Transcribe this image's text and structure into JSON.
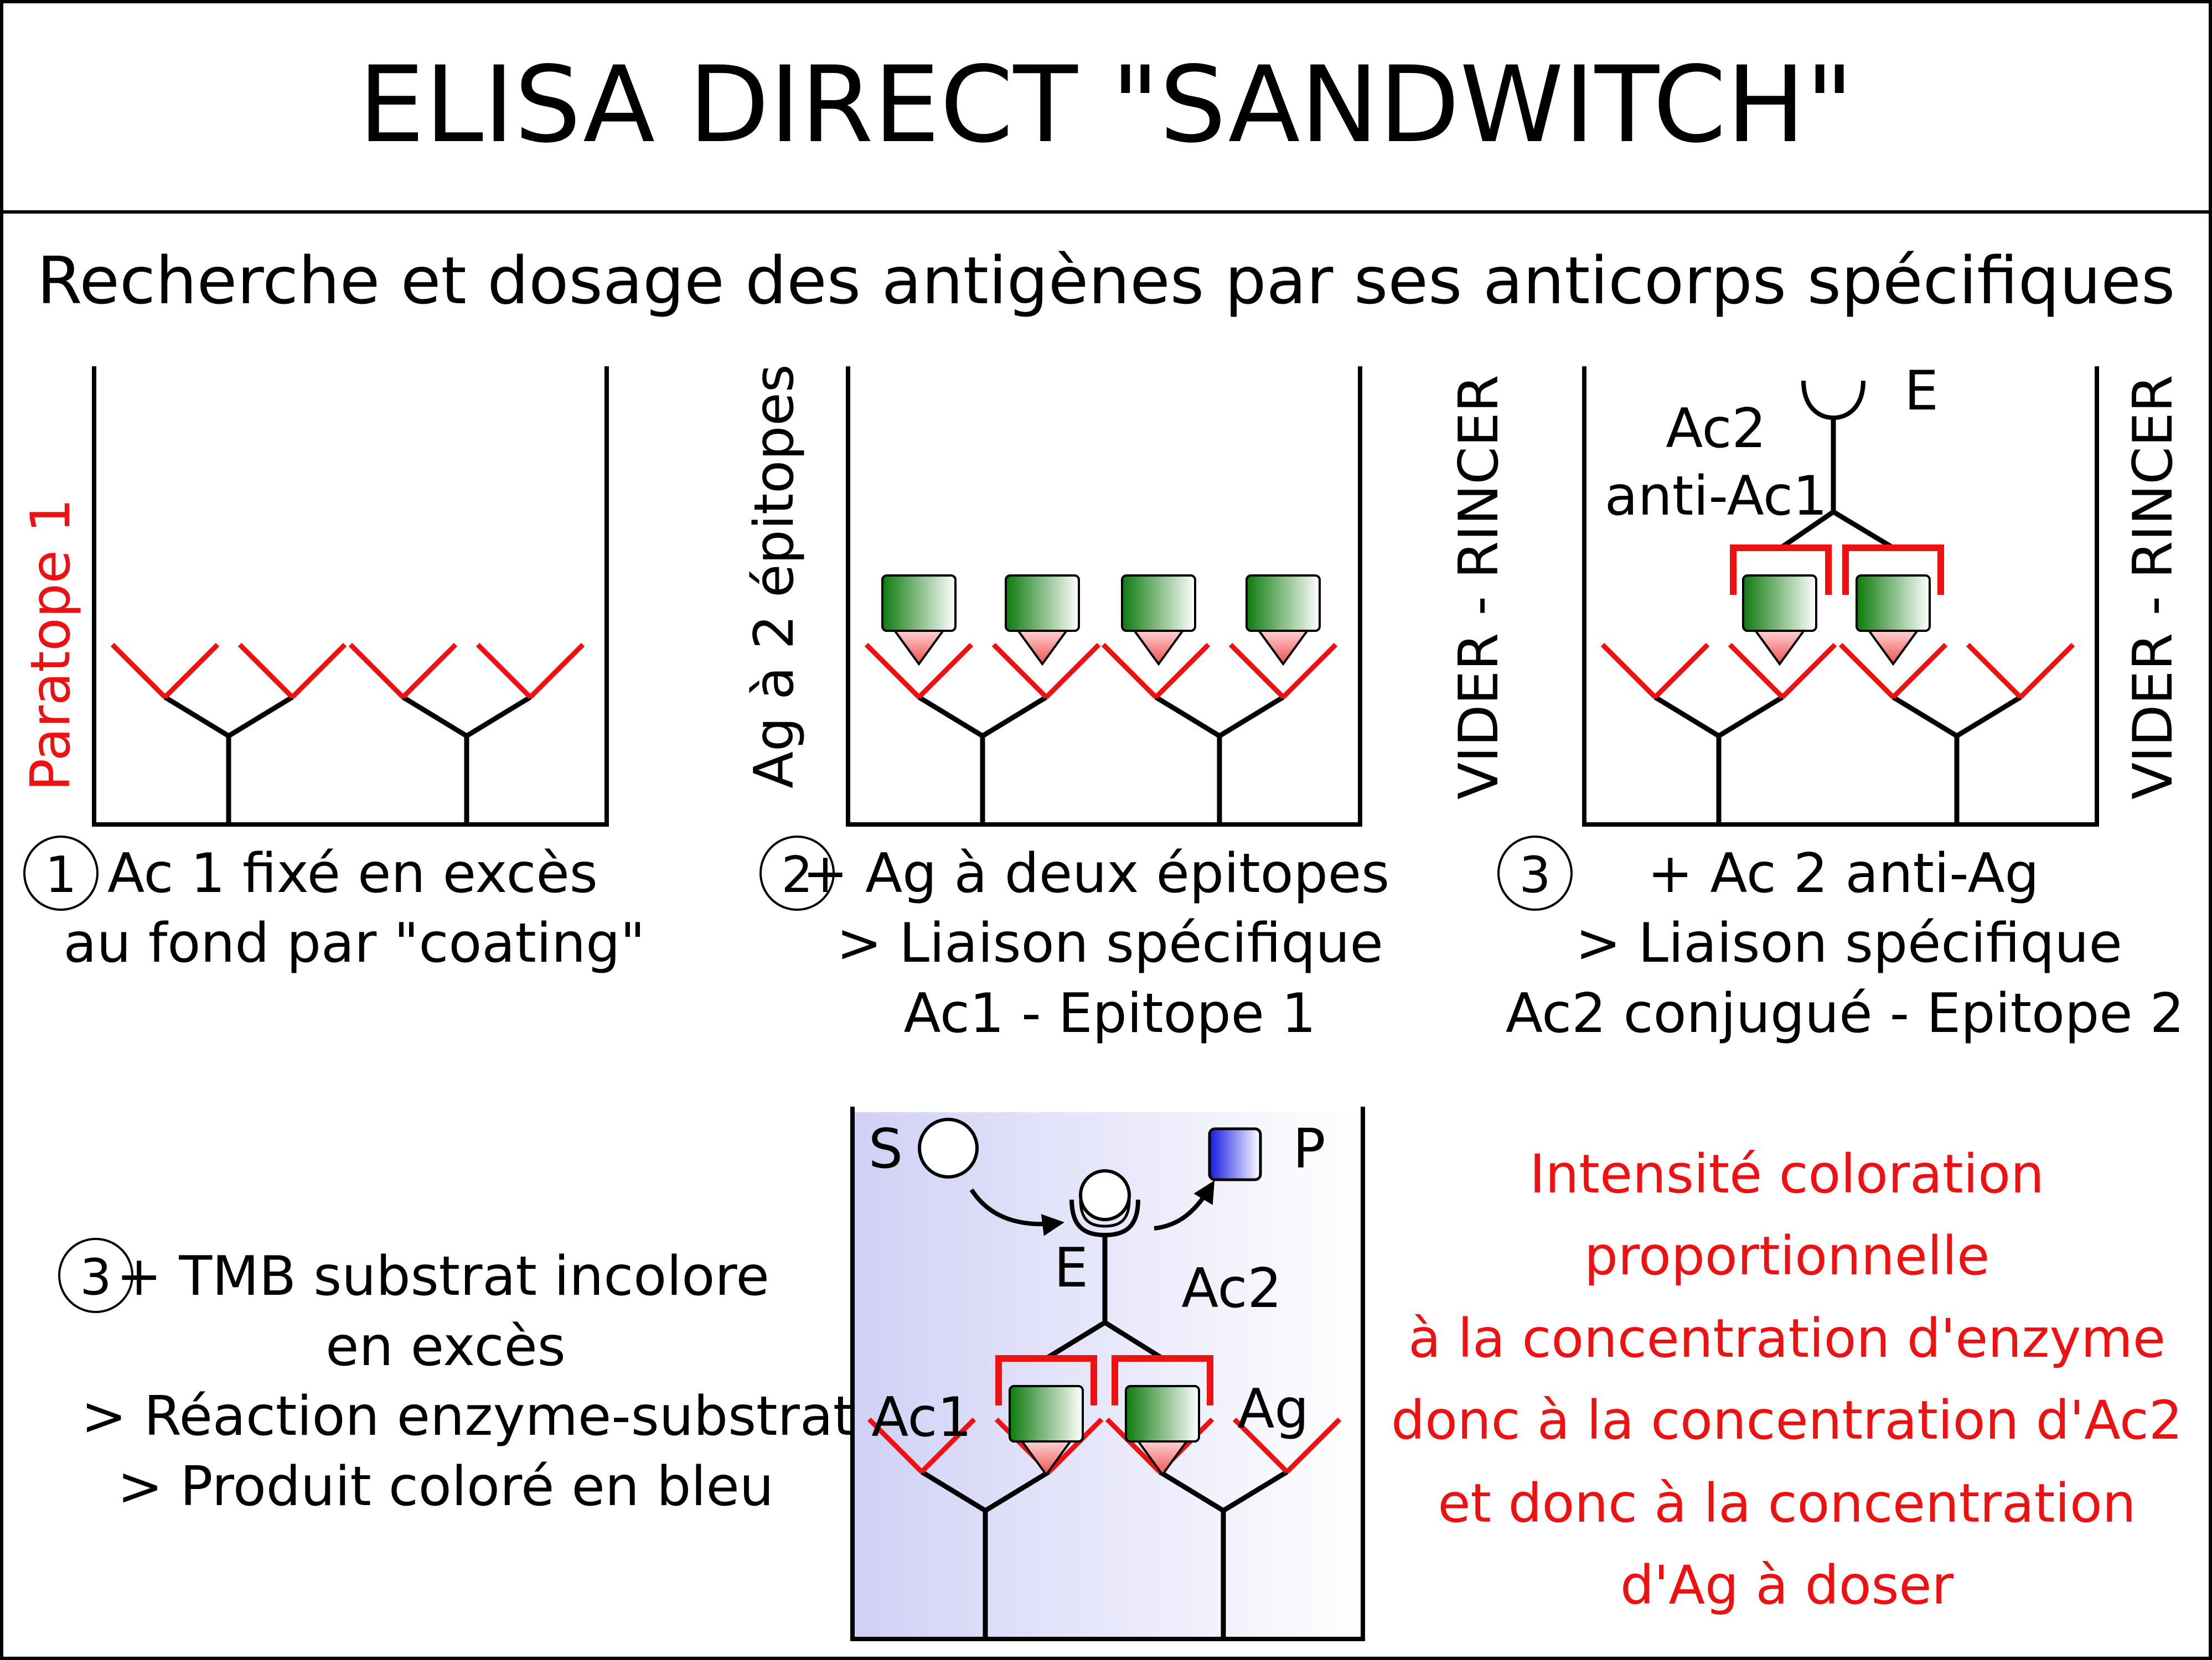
{
  "title": "ELISA DIRECT \"SANDWITCH\"",
  "subtitle": "Recherche et dosage des antigènes par ses anticorps spécifiques",
  "side_labels": {
    "paratope": "Paratope 1",
    "ag_two_epitopes": "Ag à 2 épitopes",
    "rinse_1": "VIDER - RINCER",
    "rinse_2": "VIDER - RINCER"
  },
  "step1": {
    "number": "1",
    "lines": [
      "Ac 1 fixé en excès",
      "au fond par \"coating\""
    ]
  },
  "step2": {
    "number": "2",
    "lines": [
      "+ Ag à deux épitopes",
      "> Liaison spécifique",
      "Ac1 - Epitope 1"
    ]
  },
  "step3": {
    "number": "3",
    "lines": [
      "+ Ac 2 anti-Ag",
      "> Liaison spécifique",
      "Ac2 conjugué - Epitope 2"
    ],
    "labels": {
      "enzyme": "E",
      "ac2_line1": "Ac2",
      "ac2_line2": "anti-Ac1"
    }
  },
  "step4": {
    "number": "3",
    "lines": [
      "+ TMB substrat incolore",
      "en excès",
      "> Réaction enzyme-substrat",
      "> Produit coloré en bleu"
    ],
    "labels": {
      "substrate": "S",
      "product": "P",
      "enzyme": "E",
      "ac2": "Ac2",
      "ac1": "Ac1",
      "ag": "Ag"
    }
  },
  "conclusion": {
    "lines": [
      "Intensité coloration",
      "proportionnelle",
      "à la concentration d'enzyme",
      "donc à la concentration d'Ac2",
      "et donc à la concentration",
      "d'Ag à doser"
    ]
  },
  "colors": {
    "paratope_red": "#ee1111",
    "label_red": "#ee1111",
    "antigen_green": "#0e7a0e",
    "epitope_red": "#f05050",
    "product_blue": "#2222ee",
    "well_tint": "#d8d8f6"
  }
}
